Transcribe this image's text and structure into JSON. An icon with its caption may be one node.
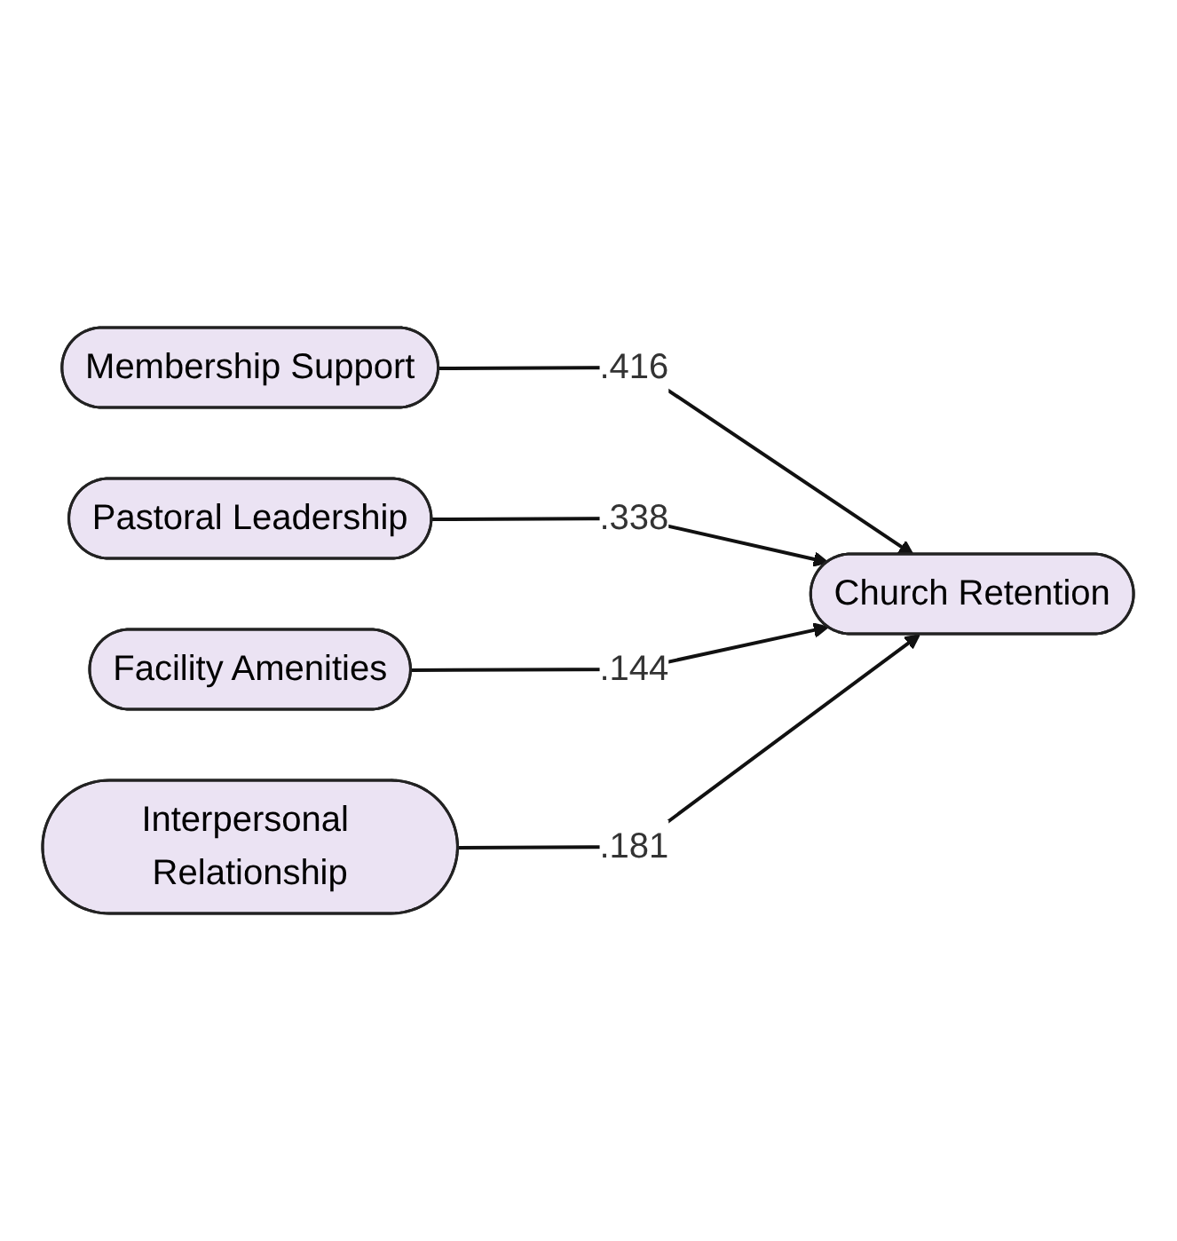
{
  "diagram": {
    "nodes": [
      {
        "text": [
          "Membership Support"
        ]
      },
      {
        "text": [
          "Pastoral Leadership"
        ]
      },
      {
        "text": [
          "Facility Amenities"
        ]
      },
      {
        "text": [
          "Interpersonal Relationship"
        ]
      },
      {
        "text": [
          "Church Retention"
        ]
      }
    ],
    "edges": [
      {
        "from": 0,
        "to": 4,
        "arrow": "to",
        "label": ".416"
      },
      {
        "from": 1,
        "to": 4,
        "arrow": "to",
        "label": ".338"
      },
      {
        "from": 2,
        "to": 4,
        "arrow": "to",
        "label": ".144"
      },
      {
        "from": 3,
        "to": 4,
        "arrow": "to",
        "label": ".181"
      }
    ]
  }
}
